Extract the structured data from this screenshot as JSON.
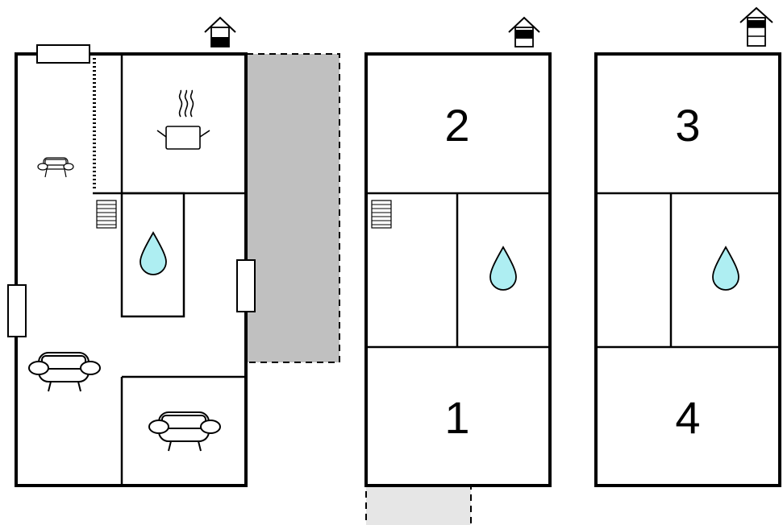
{
  "floor_plan": {
    "colors": {
      "wall": "#000000",
      "terrace": "#c0c0c0",
      "outside_area": "#e6e6e6",
      "water": "#aeeef2",
      "background": "#ffffff"
    },
    "levels": [
      {
        "name": "ground-floor",
        "floor_indicator": "house-floor-0-icon",
        "icons": [
          "sofa-icon",
          "sofa-icon",
          "sofa-icon",
          "kitchen-pot-icon",
          "bathroom-drop-icon",
          "stairs-icon"
        ]
      },
      {
        "name": "first-floor",
        "floor_indicator": "house-floor-1-icon",
        "rooms": [
          {
            "number": "2",
            "type": "bedroom"
          },
          {
            "number": "1",
            "type": "bedroom"
          }
        ],
        "icons": [
          "stairs-icon",
          "bathroom-drop-icon"
        ]
      },
      {
        "name": "second-floor",
        "floor_indicator": "house-floor-2-icon",
        "rooms": [
          {
            "number": "3",
            "type": "bedroom"
          },
          {
            "number": "4",
            "type": "bedroom"
          }
        ],
        "icons": [
          "bathroom-drop-icon"
        ]
      }
    ]
  }
}
